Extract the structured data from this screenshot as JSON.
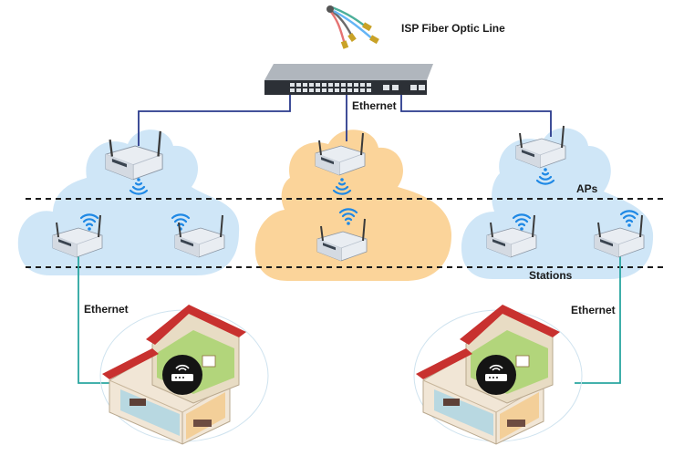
{
  "labels": {
    "isp": "ISP Fiber Optic Line",
    "ethernet_top": "Ethernet",
    "aps": "APs",
    "stations": "Stations",
    "ethernet_left": "Ethernet",
    "ethernet_right": "Ethernet"
  },
  "colors": {
    "cloud_blue": "#cfe6f7",
    "cloud_orange": "#fbd49a",
    "link_dark": "#2a3a8c",
    "link_teal": "#2aa6a0",
    "wifi_blue": "#1e88e5",
    "roof_red": "#c8312f"
  },
  "icons": [
    "fiber-cable-icon",
    "network-switch-icon",
    "access-point-icon",
    "wifi-icon",
    "house-icon",
    "router-badge-icon"
  ]
}
